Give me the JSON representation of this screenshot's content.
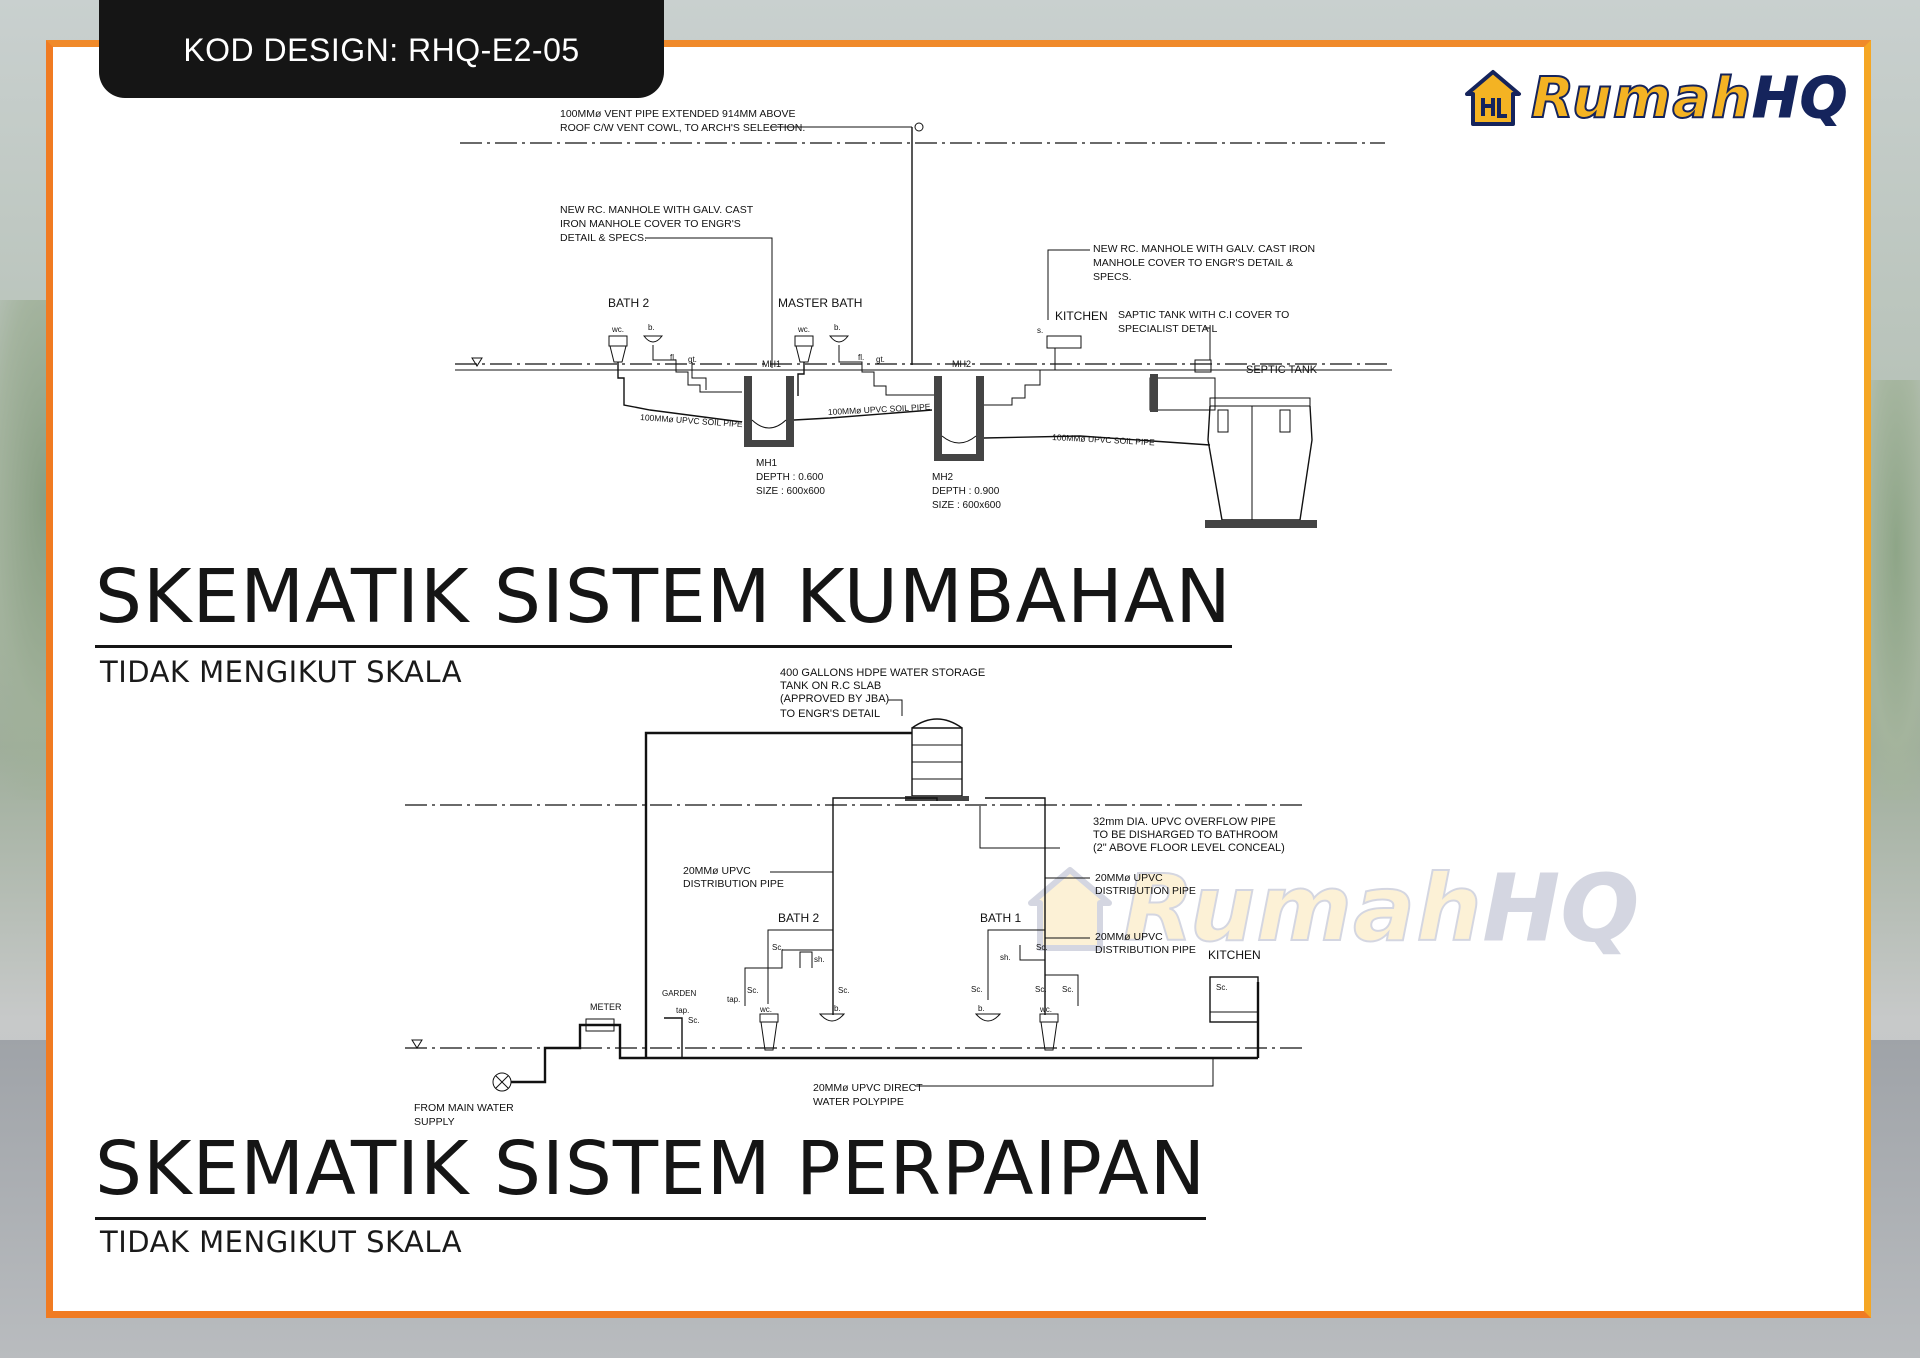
{
  "header": {
    "design_code": "KOD DESIGN: RHQ-E2-05"
  },
  "brand": {
    "name_part1": "Rumah",
    "name_part2": "HQ",
    "accent": "#f4b323",
    "navy": "#15245c",
    "frame_orange": "#f07b22"
  },
  "sewerage": {
    "title": "SKEMATIK SISTEM KUMBAHAN",
    "scale_note": "TIDAK MENGIKUT SKALA",
    "labels": {
      "vent_line1": "100MMø VENT PIPE EXTENDED 914MM ABOVE",
      "vent_line2": "ROOF C/W VENT COWL, TO ARCH'S SELECTION.",
      "manhole_line1": "NEW RC. MANHOLE WITH GALV. CAST",
      "manhole_line2": "IRON MANHOLE COVER TO ENGR'S",
      "manhole_line3": "DETAIL & SPECS.",
      "manhole2_line1": "NEW RC. MANHOLE WITH GALV. CAST IRON",
      "manhole2_line2": "MANHOLE COVER TO ENGR'S DETAIL &",
      "manhole2_line3": "SPECS.",
      "septic_line1": "SAPTIC TANK WITH C.I COVER TO",
      "septic_line2": "SPECIALIST DETAIL",
      "bath2": "BATH 2",
      "master_bath": "MASTER BATH",
      "kitchen": "KITCHEN",
      "septic_tank": "SEPTIC TANK",
      "mh1_tag": "MH1",
      "mh2_tag": "MH2",
      "soil_pipe": "100MMø UPVC SOIL PIPE",
      "mh1": "MH1",
      "mh1_depth": "DEPTH : 0.600",
      "mh1_size": "SIZE   : 600x600",
      "mh2": "MH2",
      "mh2_depth": "DEPTH : 0.900",
      "mh2_size": "SIZE   : 600x600",
      "wc": "wc.",
      "b": "b.",
      "fl": "fl.",
      "gt": "gt.",
      "s": "s."
    }
  },
  "piping": {
    "title": "SKEMATIK SISTEM PERPAIPAN",
    "scale_note": "TIDAK MENGIKUT SKALA",
    "labels": {
      "tank_line1": "400 GALLONS HDPE WATER STORAGE",
      "tank_line2": "TANK ON R.C SLAB",
      "tank_line3": "(APPROVED BY JBA)",
      "tank_line4": "TO ENGR'S DETAIL",
      "overflow_line1": "32mm DIA. UPVC OVERFLOW PIPE",
      "overflow_line2": "TO BE DISHARGED TO BATHROOM",
      "overflow_line3": "(2\" ABOVE FLOOR LEVEL CONCEAL)",
      "dist_left_line1": "20MMø       UPVC",
      "dist_left_line2": "DISTRIBUTION PIPE",
      "dist_right_line1": "20MMø UPVC",
      "dist_right_line2": "DISTRIBUTION PIPE",
      "dist_right2_line1": "20MMø UPVC",
      "dist_right2_line2": "DISTRIBUTION PIPE",
      "bath2": "BATH  2",
      "bath1": "BATH  1",
      "kitchen": "KITCHEN",
      "garden": "GARDEN",
      "tap": "tap.",
      "meter": "METER",
      "main_line1": "FROM MAIN WATER",
      "main_line2": "SUPPLY",
      "direct_line1": "20MMø UPVC DIRECT",
      "direct_line2": "WATER POLYPIPE",
      "sc": "Sc.",
      "sh": "sh.",
      "wc": "wc.",
      "b": "b."
    }
  }
}
